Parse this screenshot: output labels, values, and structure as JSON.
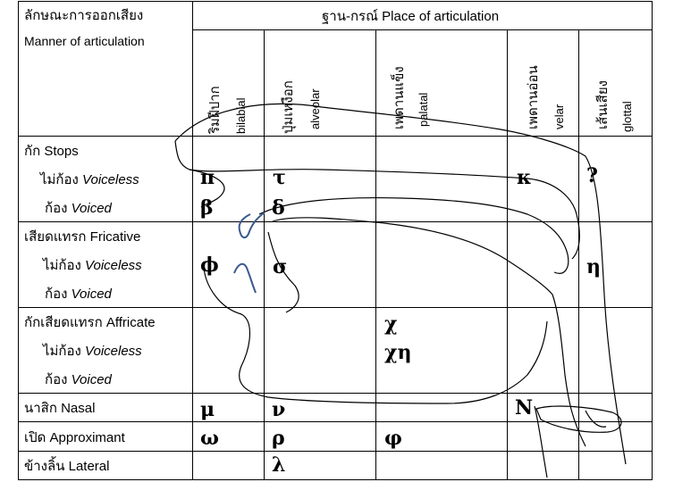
{
  "header": {
    "manner_title_th": "ลักษณะการออกเสียง",
    "manner_title_en": "Manner of articulation",
    "place_title": "ฐาน-กรณ์ Place of articulation"
  },
  "places": [
    {
      "th": "ริมฝีปาก",
      "en": "bilabial"
    },
    {
      "th": "ปุ่มเหงือก",
      "en": "alveolar"
    },
    {
      "th": "เพดานแข็ง",
      "en": "palatal"
    },
    {
      "th": "เพดานอ่อน",
      "en": "velar"
    },
    {
      "th": "เส้นเสียง",
      "en": "glottal"
    }
  ],
  "manners": {
    "stops": {
      "label": "กัก Stops",
      "voiceless_th": "ไม่ก้อง",
      "voiceless_en": "Voiceless",
      "voiced_th": "ก้อง",
      "voiced_en": "Voiced"
    },
    "fricative": {
      "label": "เสียดแทรก Fricative",
      "voiceless_th": "ไม่ก้อง",
      "voiceless_en": "Voiceless",
      "voiced_th": "ก้อง",
      "voiced_en": "Voiced"
    },
    "affricate": {
      "label": "กักเสียดแทรก Affricate",
      "voiceless_th": "ไม่ก้อง",
      "voiceless_en": "Voiceless",
      "voiced_th": "ก้อง",
      "voiced_en": "Voiced"
    },
    "nasal": {
      "label": "นาสิก Nasal"
    },
    "approximant": {
      "label": "เปิด Approximant"
    },
    "lateral": {
      "label": "ข้างลิ้น Lateral"
    }
  },
  "symbols": {
    "stop_vl_bilabial": "π",
    "stop_vl_alveolar": "τ",
    "stop_vl_velar": "κ",
    "stop_vl_glottal": "?",
    "stop_vd_bilabial": "β",
    "stop_vd_alveolar": "δ",
    "fric_vl_bilabial": "ϕ",
    "fric_vl_alveolar": "σ",
    "fric_vl_glottal": "η",
    "affr_palatal_1": "χ",
    "affr_palatal_2": "χη",
    "nasal_bilabial": "μ",
    "nasal_alveolar": "ν",
    "nasal_velar": "N",
    "approx_bilabial": "ω",
    "approx_alveolar": "ρ",
    "approx_palatal": "φ",
    "lateral_alveolar": "λ"
  },
  "colors": {
    "grid": "#000000",
    "sketch": "#000000",
    "lip_stroke": "#3a5a8c"
  }
}
